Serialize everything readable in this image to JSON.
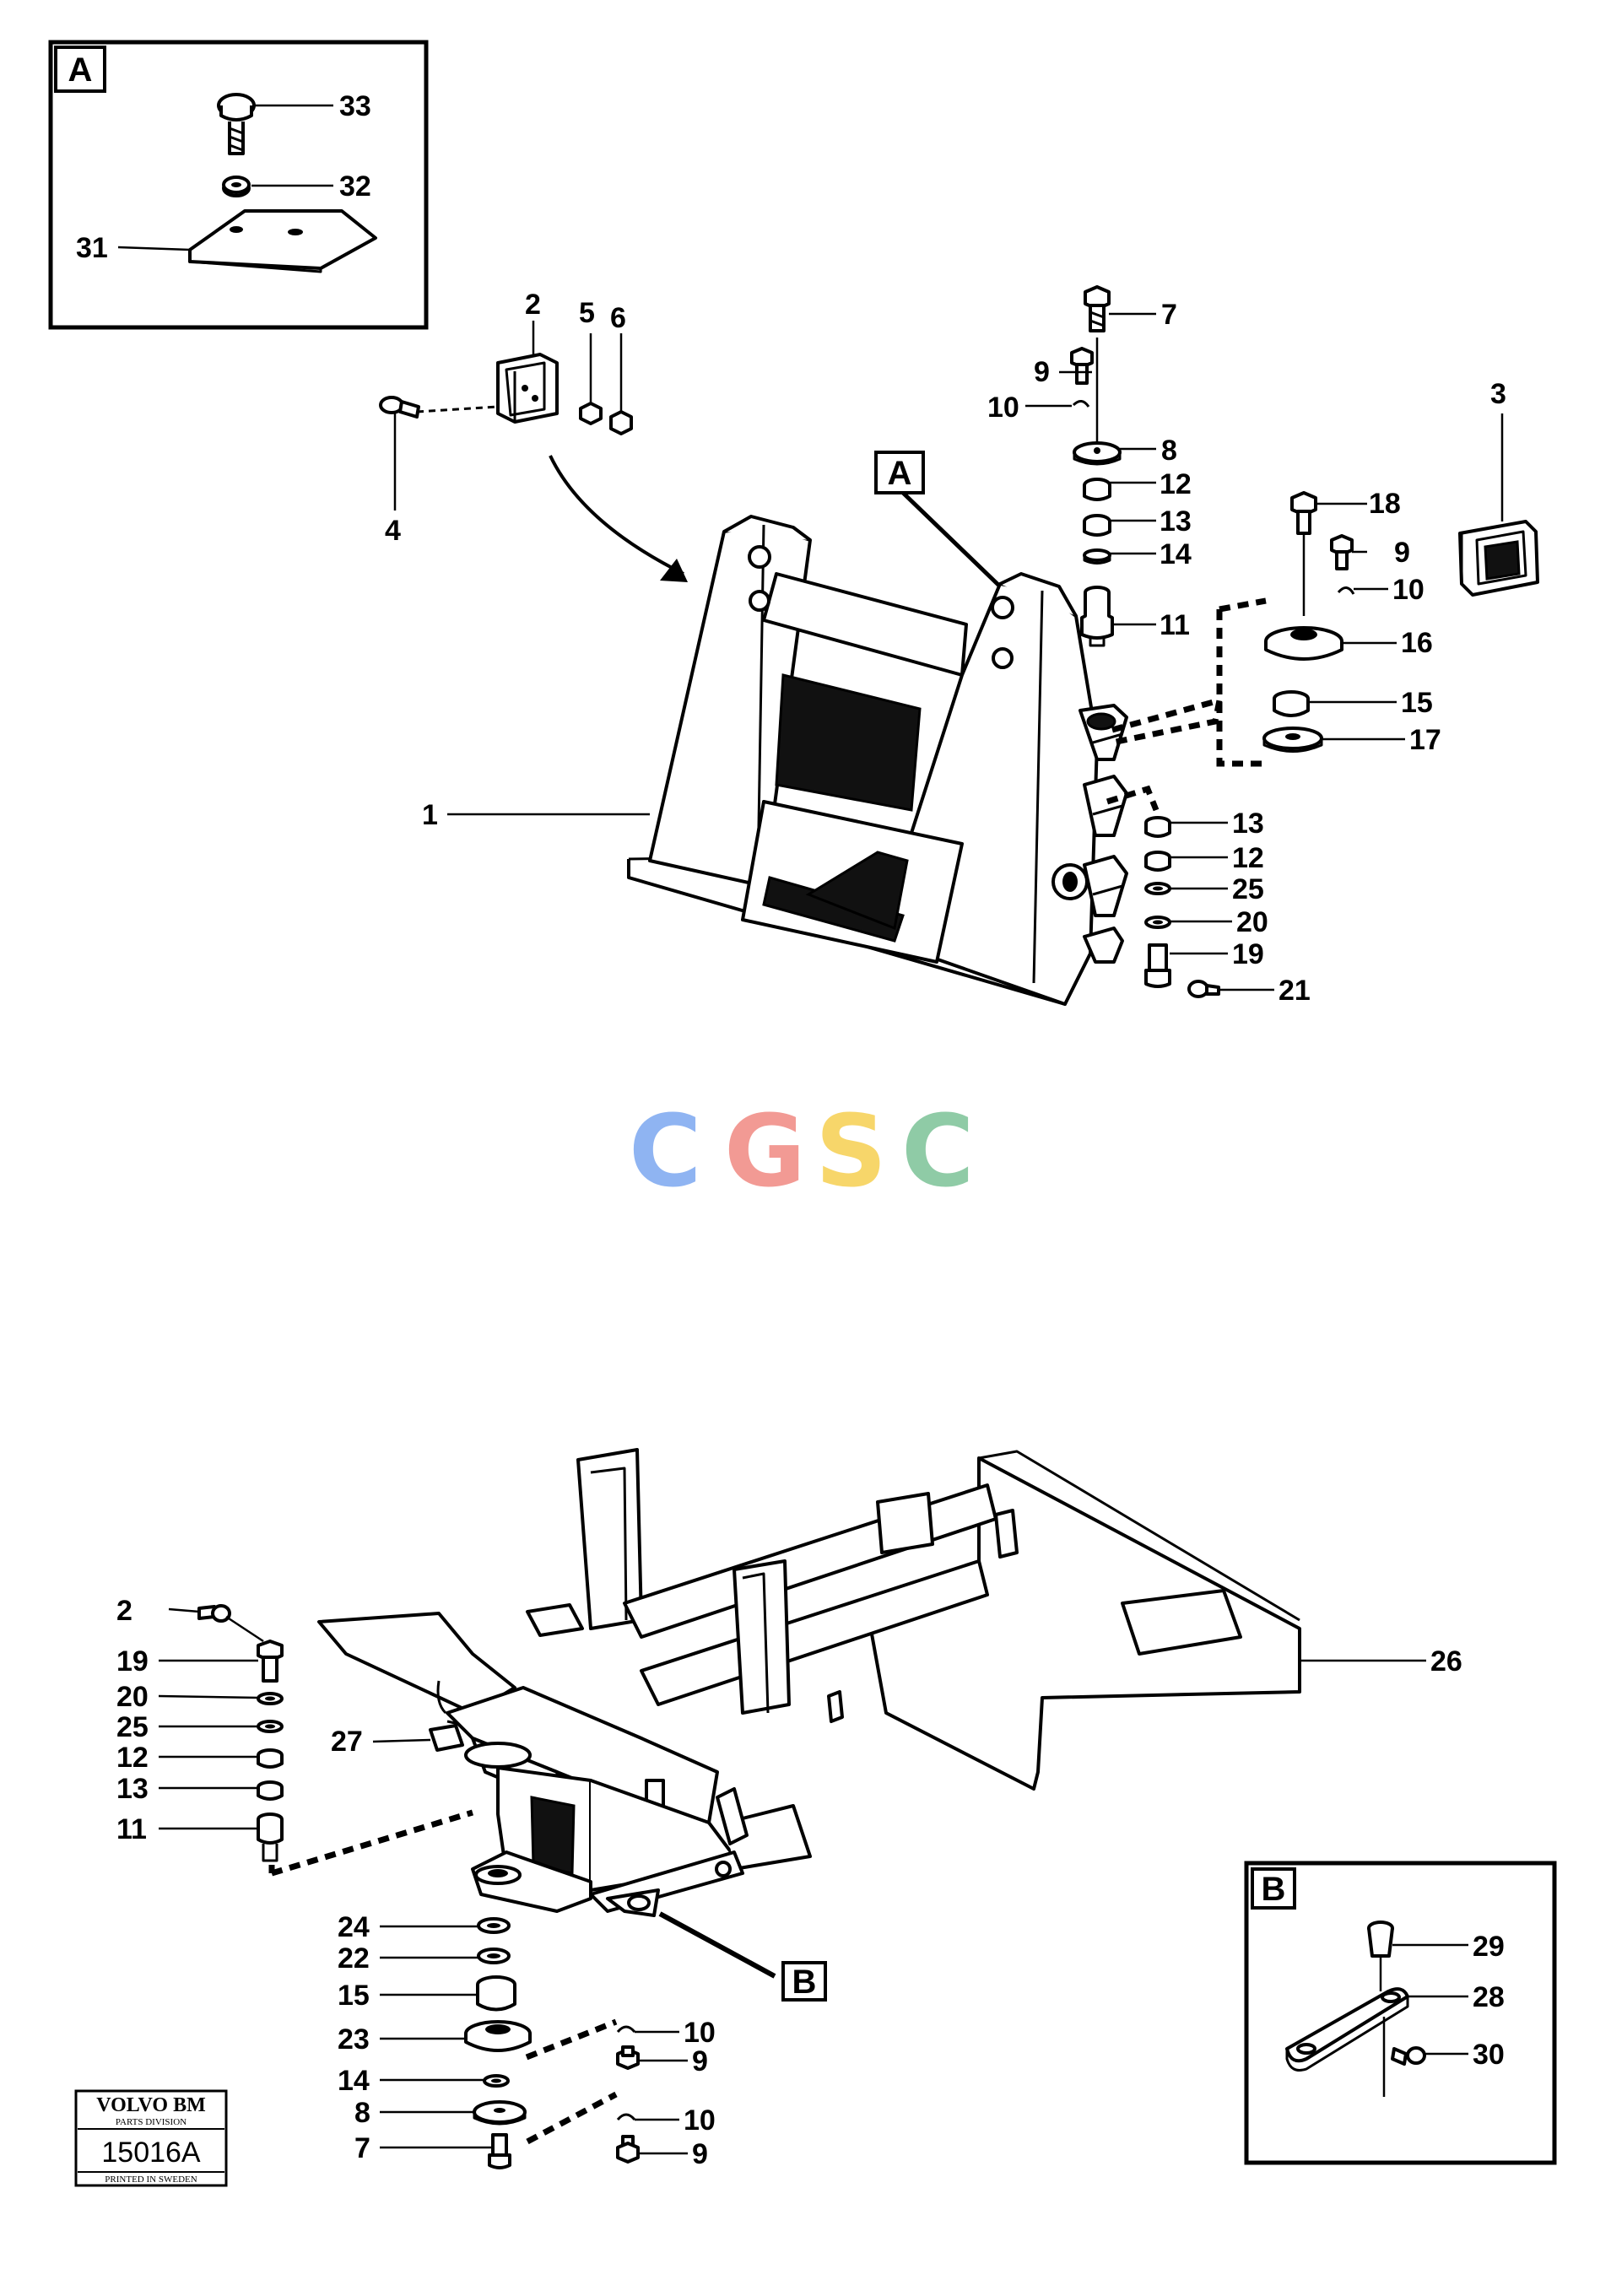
{
  "callouts": {
    "inset_a_title": "A",
    "inset_b_title": "B",
    "ref_a": "A",
    "ref_b": "B"
  },
  "top_labels": {
    "p1": "1",
    "p2": "2",
    "p3": "3",
    "p4": "4",
    "p5": "5",
    "p6": "6",
    "p7": "7",
    "p8": "8",
    "p9a": "9",
    "p9b": "9",
    "p10a": "10",
    "p10b": "10",
    "p11": "11",
    "p12a": "12",
    "p12b": "12",
    "p13a": "13",
    "p13b": "13",
    "p14": "14",
    "p15": "15",
    "p16": "16",
    "p17": "17",
    "p18": "18",
    "p19": "19",
    "p20": "20",
    "p21": "21",
    "p25": "25",
    "p31": "31",
    "p32": "32",
    "p33": "33"
  },
  "bottom_labels": {
    "p2": "2",
    "p19": "19",
    "p20": "20",
    "p25": "25",
    "p12": "12",
    "p13": "13",
    "p11": "11",
    "p27": "27",
    "p26": "26",
    "p24": "24",
    "p22": "22",
    "p15": "15",
    "p23": "23",
    "p14": "14",
    "p8": "8",
    "p7": "7",
    "p10a": "10",
    "p9a": "9",
    "p10b": "10",
    "p9b": "9",
    "p29": "29",
    "p28": "28",
    "p30": "30"
  },
  "watermark": {
    "letters": [
      "C",
      "G",
      "S",
      "C"
    ],
    "colors": [
      "#8fb4f2",
      "#f29a94",
      "#f7d66a",
      "#8fcba6"
    ]
  },
  "stamp": {
    "brand": "VOLVO BM",
    "division": "PARTS DIVISION",
    "number": "15016A",
    "printed": "PRINTED IN SWEDEN"
  }
}
